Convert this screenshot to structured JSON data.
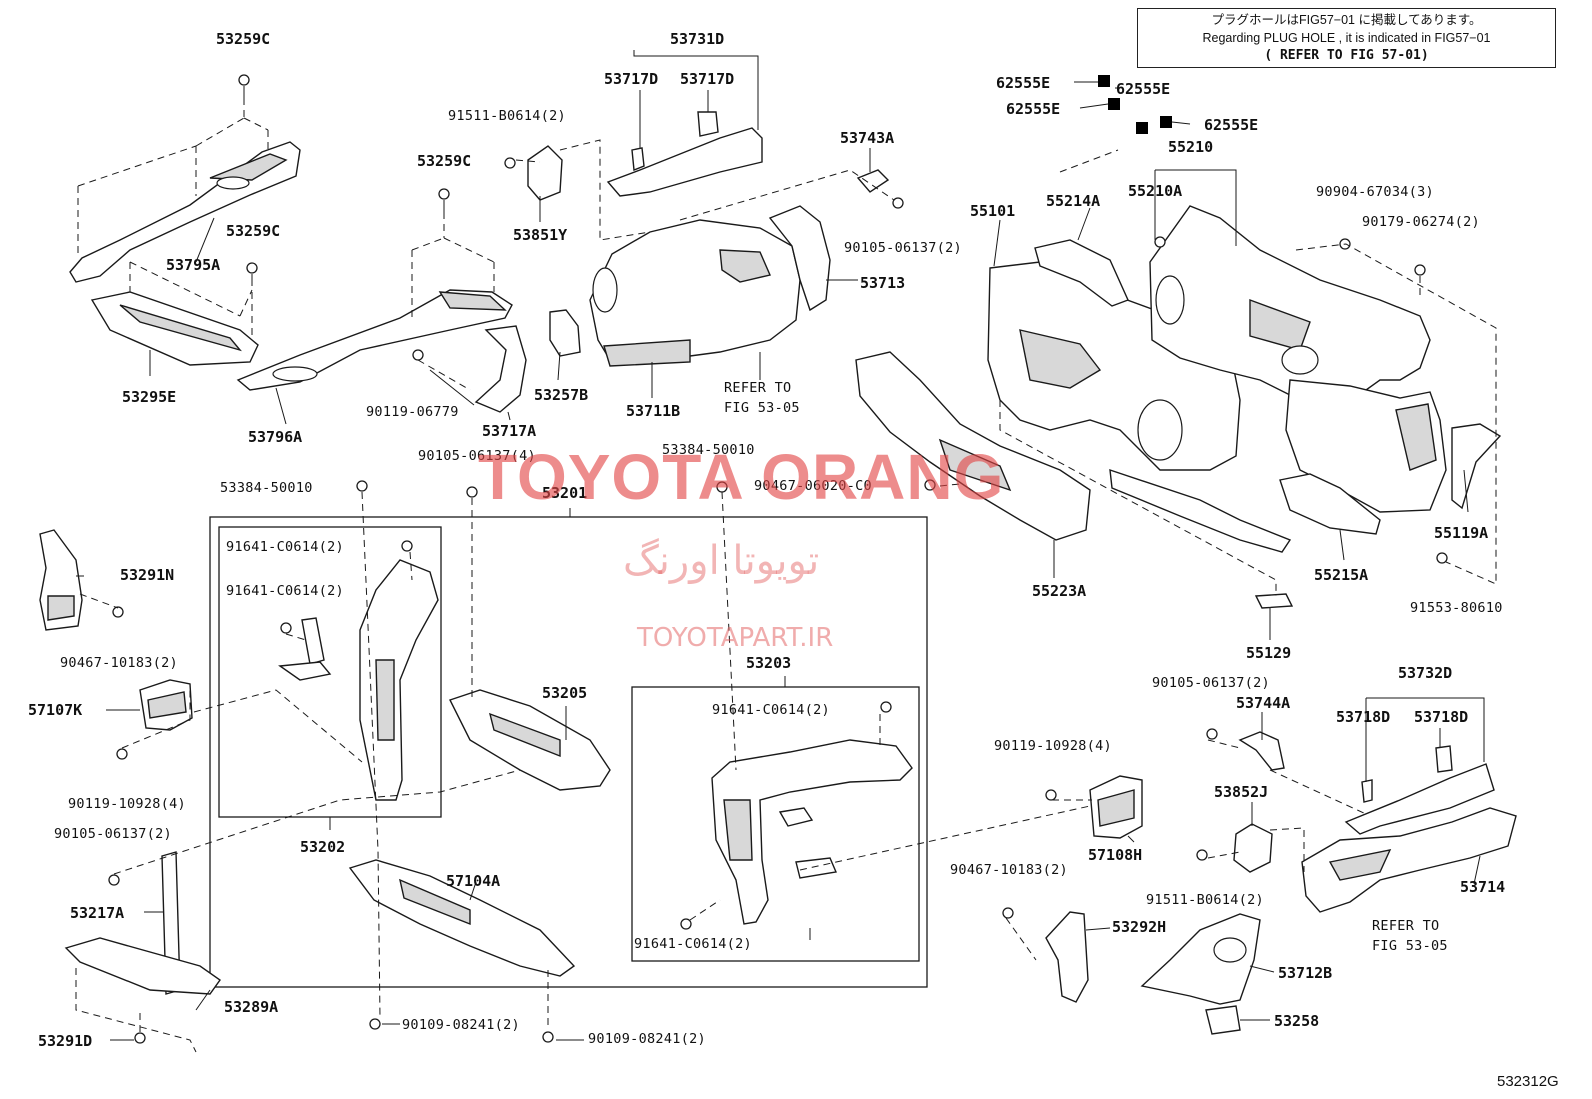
{
  "notice": {
    "line1": "プラグホールはFIG57−01 に掲載してあります。",
    "line2": "Regarding PLUG HOLE , it is indicated in FIG57−01",
    "line3": "( REFER TO FIG 57-01)"
  },
  "watermark": {
    "brand": "TOYOTA ORANG",
    "persian": "تویوتا اورنگ",
    "site": "TOYOTAPART.IR"
  },
  "figure_number": "532312G",
  "labels": [
    {
      "id": "l01",
      "text": "53259C"
    },
    {
      "id": "l02",
      "text": "53731D"
    },
    {
      "id": "l03",
      "text": "53717D"
    },
    {
      "id": "l04",
      "text": "53717D"
    },
    {
      "id": "l05",
      "text": "91511-B0614(2)"
    },
    {
      "id": "l06",
      "text": "53259C"
    },
    {
      "id": "l07",
      "text": "53743A"
    },
    {
      "id": "l08",
      "text": "53851Y"
    },
    {
      "id": "l09",
      "text": "53259C"
    },
    {
      "id": "l10",
      "text": "53795A"
    },
    {
      "id": "l11",
      "text": "90105-06137(2)"
    },
    {
      "id": "l12",
      "text": "53713"
    },
    {
      "id": "l13",
      "text": "53295E"
    },
    {
      "id": "l14",
      "text": "53796A"
    },
    {
      "id": "l15",
      "text": "90119-06779"
    },
    {
      "id": "l16",
      "text": "53717A"
    },
    {
      "id": "l17",
      "text": "53257B"
    },
    {
      "id": "l18",
      "text": "53711B"
    },
    {
      "id": "l19",
      "text": "REFER TO"
    },
    {
      "id": "l20",
      "text": "FIG 53-05"
    },
    {
      "id": "l21",
      "text": "62555E"
    },
    {
      "id": "l22",
      "text": "62555E"
    },
    {
      "id": "l23",
      "text": "62555E"
    },
    {
      "id": "l24",
      "text": "62555E"
    },
    {
      "id": "l25",
      "text": "55210"
    },
    {
      "id": "l26",
      "text": "55210A"
    },
    {
      "id": "l27",
      "text": "55101"
    },
    {
      "id": "l28",
      "text": "55214A"
    },
    {
      "id": "l29",
      "text": "90904-67034(3)"
    },
    {
      "id": "l30",
      "text": "90179-06274(2)"
    },
    {
      "id": "l31",
      "text": "90105-06137(4)"
    },
    {
      "id": "l32",
      "text": "53384-50010"
    },
    {
      "id": "l33",
      "text": "53384-50010"
    },
    {
      "id": "l34",
      "text": "53201"
    },
    {
      "id": "l35",
      "text": "90467-06020-C0"
    },
    {
      "id": "l36",
      "text": "55119A"
    },
    {
      "id": "l37",
      "text": "91641-C0614(2)"
    },
    {
      "id": "l38",
      "text": "91641-C0614(2)"
    },
    {
      "id": "l39",
      "text": "53291N"
    },
    {
      "id": "l40",
      "text": "90467-10183(2)"
    },
    {
      "id": "l41",
      "text": "55223A"
    },
    {
      "id": "l42",
      "text": "55215A"
    },
    {
      "id": "l43",
      "text": "91553-80610"
    },
    {
      "id": "l44",
      "text": "55129"
    },
    {
      "id": "l45",
      "text": "53203"
    },
    {
      "id": "l46",
      "text": "53205"
    },
    {
      "id": "l47",
      "text": "57107K"
    },
    {
      "id": "l48",
      "text": "91641-C0614(2)"
    },
    {
      "id": "l49",
      "text": "90105-06137(2)"
    },
    {
      "id": "l50",
      "text": "53732D"
    },
    {
      "id": "l51",
      "text": "53744A"
    },
    {
      "id": "l52",
      "text": "53718D"
    },
    {
      "id": "l53",
      "text": "53718D"
    },
    {
      "id": "l54",
      "text": "90119-10928(4)"
    },
    {
      "id": "l55",
      "text": "90119-10928(4)"
    },
    {
      "id": "l56",
      "text": "53852J"
    },
    {
      "id": "l57",
      "text": "90105-06137(2)"
    },
    {
      "id": "l58",
      "text": "53202"
    },
    {
      "id": "l59",
      "text": "57108H"
    },
    {
      "id": "l60",
      "text": "57104A"
    },
    {
      "id": "l61",
      "text": "90467-10183(2)"
    },
    {
      "id": "l62",
      "text": "53714"
    },
    {
      "id": "l63",
      "text": "91511-B0614(2)"
    },
    {
      "id": "l64",
      "text": "53217A"
    },
    {
      "id": "l65",
      "text": "91641-C0614(2)"
    },
    {
      "id": "l66",
      "text": "REFER TO"
    },
    {
      "id": "l67",
      "text": "FIG 53-05"
    },
    {
      "id": "l68",
      "text": "53292H"
    },
    {
      "id": "l69",
      "text": "53289A"
    },
    {
      "id": "l70",
      "text": "53712B"
    },
    {
      "id": "l71",
      "text": "53291D"
    },
    {
      "id": "l72",
      "text": "90109-08241(2)"
    },
    {
      "id": "l73",
      "text": "90109-08241(2)"
    },
    {
      "id": "l74",
      "text": "53258"
    }
  ]
}
